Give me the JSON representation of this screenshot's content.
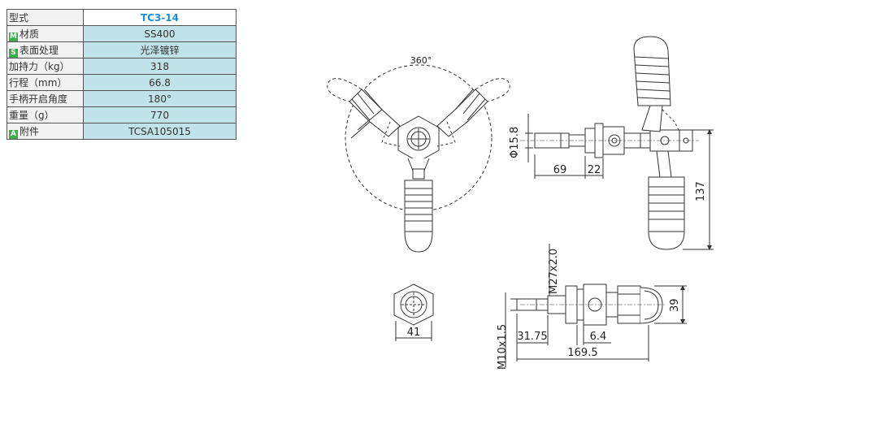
{
  "spec_table": {
    "model": {
      "label": "型式",
      "value": "TC3-14"
    },
    "rows": [
      {
        "badge": "M",
        "label": "材质",
        "value": "SS400"
      },
      {
        "badge": "S",
        "label": "表面处理",
        "value": "光泽镀锌"
      },
      {
        "badge": "",
        "label": "加持力（kg）",
        "value": "318"
      },
      {
        "badge": "",
        "label": "行程（mm）",
        "value": "66.8"
      },
      {
        "badge": "",
        "label": "手柄开启角度",
        "value": "180°"
      },
      {
        "badge": "",
        "label": "重量（g）",
        "value": "770"
      },
      {
        "badge": "A",
        "label": "附件",
        "value": "TCSA105015"
      }
    ]
  },
  "dimensions": {
    "rotation": "360°",
    "shaft_dia": "Φ15.8",
    "len_69": "69",
    "len_22": "22",
    "height_137": "137",
    "thread_m27": "M27x2.0",
    "width_39": "39",
    "thread_m10": "M10x1.5",
    "len_31_75": "31.75",
    "len_6_4": "6.4",
    "len_169_5": "169.5",
    "hex_41": "41"
  },
  "colors": {
    "table_border": "#555555",
    "value_cell": "#bfe3e8",
    "model_text": "#1a8fd0",
    "badge": "#3aae49",
    "line": "#333333"
  }
}
